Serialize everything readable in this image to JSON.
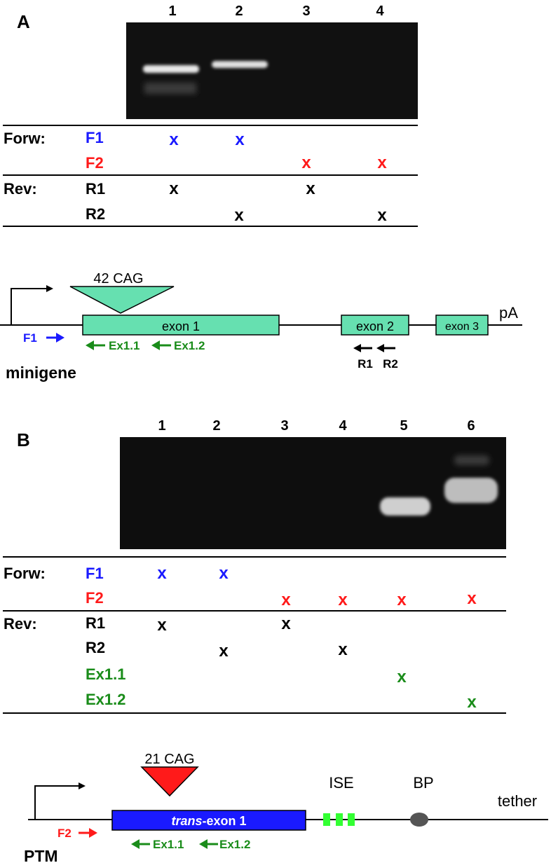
{
  "colors": {
    "blue": "#1a1aff",
    "red": "#ff1a1a",
    "green": "#1a8c1a",
    "black": "#000000",
    "exon_teal": "#66e0b0",
    "trans_exon_blue": "#1a1aff",
    "cag_red": "#ff1a1a",
    "ise_green": "#33ff33",
    "bp_grey": "#555555",
    "gel_background": "#111111"
  },
  "panel_a": {
    "label": "A",
    "lane_numbers": [
      "1",
      "2",
      "3",
      "4"
    ],
    "table": {
      "forw_label": "Forw:",
      "rev_label": "Rev:",
      "rows": [
        {
          "primer": "F1",
          "color": "blue",
          "marks": [
            "x",
            "x",
            "",
            ""
          ]
        },
        {
          "primer": "F2",
          "color": "red",
          "marks": [
            "",
            "",
            "x",
            "x"
          ]
        },
        {
          "primer": "R1",
          "color": "black",
          "marks": [
            "x",
            "",
            "x",
            ""
          ]
        },
        {
          "primer": "R2",
          "color": "black",
          "marks": [
            "",
            "x",
            "",
            "x"
          ]
        }
      ]
    }
  },
  "minigene": {
    "label": "minigene",
    "cag_label": "42 CAG",
    "exon1_label": "exon 1",
    "exon2_label": "exon 2",
    "exon3_label": "exon 3",
    "pa_label": "pA",
    "f1_label": "F1",
    "ex11_label": "Ex1.1",
    "ex12_label": "Ex1.2",
    "r1_label": "R1",
    "r2_label": "R2"
  },
  "panel_b": {
    "label": "B",
    "lane_numbers": [
      "1",
      "2",
      "3",
      "4",
      "5",
      "6"
    ],
    "table": {
      "forw_label": "Forw:",
      "rev_label": "Rev:",
      "rows": [
        {
          "primer": "F1",
          "color": "blue",
          "marks": [
            "x",
            "x",
            "",
            "",
            "",
            ""
          ]
        },
        {
          "primer": "F2",
          "color": "red",
          "marks": [
            "",
            "",
            "x",
            "x",
            "x",
            "x"
          ]
        },
        {
          "primer": "R1",
          "color": "black",
          "marks": [
            "x",
            "",
            "x",
            "",
            "",
            ""
          ]
        },
        {
          "primer": "R2",
          "color": "black",
          "marks": [
            "",
            "x",
            "",
            "x",
            "",
            ""
          ]
        },
        {
          "primer": "Ex1.1",
          "color": "green",
          "marks": [
            "",
            "",
            "",
            "",
            "x",
            ""
          ]
        },
        {
          "primer": "Ex1.2",
          "color": "green",
          "marks": [
            "",
            "",
            "",
            "",
            "",
            "x"
          ]
        }
      ]
    }
  },
  "ptm": {
    "label": "PTM",
    "cag_label": "21 CAG",
    "exon_label_italic": "trans",
    "exon_label_rest": "-exon 1",
    "ise_label": "ISE",
    "bp_label": "BP",
    "tether_label": "tether",
    "f2_label": "F2",
    "ex11_label": "Ex1.1",
    "ex12_label": "Ex1.2"
  }
}
